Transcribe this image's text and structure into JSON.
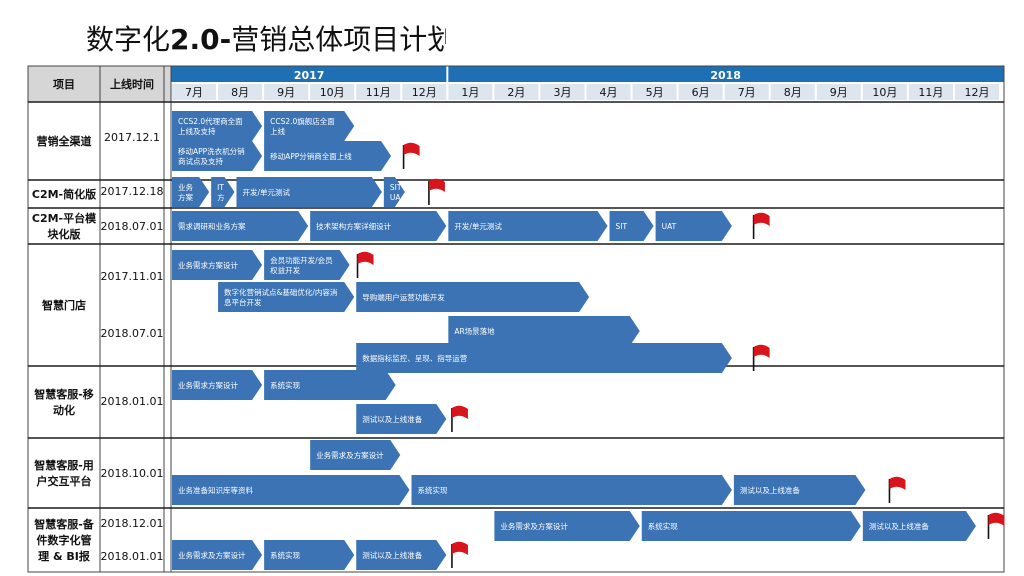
{
  "page": {
    "title_a": "数字化",
    "title_b": "2.0-",
    "title_c": "营销总体项目计划"
  },
  "chart_data": {
    "type": "gantt",
    "header": {
      "col_project": "项目",
      "col_date": "上线时间",
      "years": [
        "2017",
        "2018"
      ],
      "months": [
        "7月",
        "8月",
        "9月",
        "10月",
        "11月",
        "12月",
        "1月",
        "2月",
        "3月",
        "4月",
        "5月",
        "6月",
        "7月",
        "8月",
        "9月",
        "10月",
        "11月",
        "12月"
      ]
    },
    "projects": [
      {
        "name": "营销全渠道",
        "rows": [
          {
            "date": "2017.12.1",
            "tasks": [
              {
                "label": "CCS2.0代理商全面上线及支持",
                "start": 0,
                "end": 2,
                "lane": "top"
              },
              {
                "label": "CCS2.0旗舰店全面上线",
                "start": 2,
                "end": 4,
                "lane": "top"
              },
              {
                "label": "移动APP洗衣机分销商试点及支持",
                "start": 0,
                "end": 2,
                "lane": "bottom"
              },
              {
                "label": "移动APP分销商全面上线",
                "start": 2,
                "end": 4.8,
                "lane": "bottom"
              }
            ],
            "flag": 5.05,
            "flag_lane": "bottom"
          }
        ]
      },
      {
        "name": "C2M-简化版",
        "rows": [
          {
            "date": "2017.12.18",
            "tasks": [
              {
                "label": "业务方案",
                "start": 0,
                "end": 0.85
              },
              {
                "label": "IT方",
                "start": 0.85,
                "end": 1.4
              },
              {
                "label": "开发/单元测试",
                "start": 1.4,
                "end": 4.6
              },
              {
                "label": "SIT UAT",
                "start": 4.6,
                "end": 5.1
              }
            ],
            "flag": 5.6
          }
        ]
      },
      {
        "name": "C2M-平台模块化版",
        "rows": [
          {
            "date": "2018.07.01",
            "tasks": [
              {
                "label": "需求调研和业务方案",
                "start": 0,
                "end": 3
              },
              {
                "label": "技术架构方案详细设计",
                "start": 3,
                "end": 6
              },
              {
                "label": "开发/单元测试",
                "start": 6,
                "end": 9.5
              },
              {
                "label": "SIT",
                "start": 9.5,
                "end": 10.5
              },
              {
                "label": "UAT",
                "start": 10.5,
                "end": 12.2
              }
            ],
            "flag": 12.65
          }
        ]
      },
      {
        "name": "智慧门店",
        "rows": [
          {
            "date": "2017.11.01",
            "tasks": [
              {
                "label": "业务需求方案设计",
                "start": 0,
                "end": 2,
                "lane": "top"
              },
              {
                "label": "会员功能开发/会员权益开发",
                "start": 2,
                "end": 3.9,
                "lane": "top"
              },
              {
                "label": "数字化营销试点&基础优化/内容消息平台开发",
                "start": 1,
                "end": 4,
                "lane": "bottom"
              },
              {
                "label": "导购端用户运营功能开发",
                "start": 4,
                "end": 9.1,
                "lane": "bottom"
              }
            ],
            "flag": 4.05,
            "flag_lane": "top"
          },
          {
            "date": "2018.07.01",
            "tasks": [
              {
                "label": "AR场景落地",
                "start": 6,
                "end": 10.2,
                "lane": "top"
              },
              {
                "label": "数据指标监控、呈现、指导运营",
                "start": 4,
                "end": 12.2,
                "lane": "bottom"
              }
            ],
            "flag": 12.65,
            "flag_lane": "bottom"
          }
        ]
      },
      {
        "name": "智慧客服-移动化",
        "rows": [
          {
            "date": "2018.01.01",
            "tasks": [
              {
                "label": "业务需求方案设计",
                "start": 0,
                "end": 2,
                "lane": "top"
              },
              {
                "label": "系统实现",
                "start": 2,
                "end": 4.9,
                "lane": "top"
              },
              {
                "label": "测试以及上线准备",
                "start": 4,
                "end": 6,
                "lane": "bottom"
              }
            ],
            "flag": 6.1,
            "flag_lane": "bottom"
          }
        ]
      },
      {
        "name": "智慧客服-用户交互平台",
        "rows": [
          {
            "date": "2018.10.01",
            "tasks": [
              {
                "label": "业务需求及方案设计",
                "start": 3,
                "end": 5,
                "lane": "top"
              },
              {
                "label": "业务准备知识库等资料",
                "start": 0,
                "end": 5.2,
                "lane": "bottom"
              },
              {
                "label": "系统实现",
                "start": 5.2,
                "end": 12.2,
                "lane": "bottom"
              },
              {
                "label": "测试以及上线准备",
                "start": 12.2,
                "end": 15.1,
                "lane": "bottom"
              }
            ],
            "flag": 15.6,
            "flag_lane": "bottom"
          }
        ]
      },
      {
        "name": "智慧客服-备件数字化管理 & BI报表",
        "rows": [
          {
            "date": "2018.12.01",
            "tasks": [
              {
                "label": "业务需求及方案设计",
                "start": 7,
                "end": 10.2
              },
              {
                "label": "系统实现",
                "start": 10.2,
                "end": 15
              },
              {
                "label": "测试以及上线准备",
                "start": 15,
                "end": 17.5
              }
            ],
            "flag": 17.75
          },
          {
            "date": "2018.01.01",
            "tasks": [
              {
                "label": "业务需求及方案设计",
                "start": 0,
                "end": 2
              },
              {
                "label": "系统实现",
                "start": 2,
                "end": 4
              },
              {
                "label": "测试以及上线准备",
                "start": 4,
                "end": 6
              }
            ],
            "flag": 6.1
          }
        ]
      }
    ],
    "colors": {
      "header_bg": "#d6d6d6",
      "year_bar": "#1f6fb4",
      "month_cell": "#dde5ee",
      "task_fill": "#3b73b5",
      "task_text": "#ffffff",
      "flag": "#d8141c",
      "grid": "#444444",
      "row_sep": "#1d1d1d"
    }
  }
}
